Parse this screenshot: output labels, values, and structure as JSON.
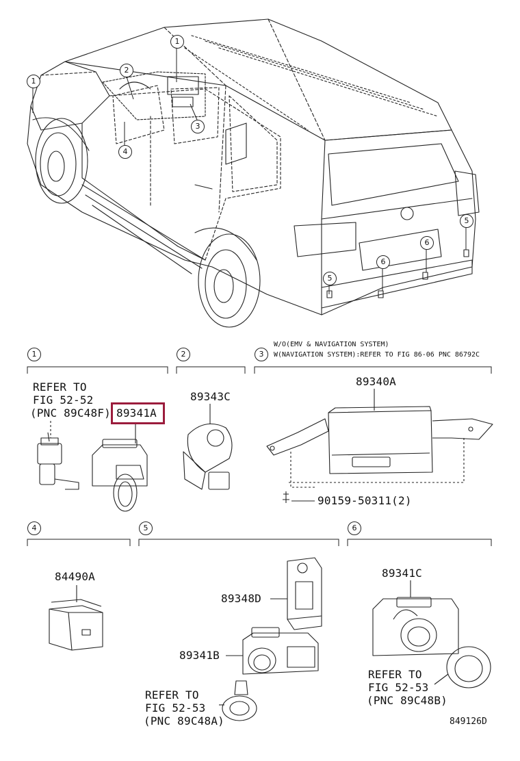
{
  "diagram": {
    "callouts": [
      "1",
      "2",
      "3",
      "4",
      "5",
      "6"
    ],
    "sections": [
      {
        "num": "1"
      },
      {
        "num": "2"
      },
      {
        "num": "3",
        "note_lines": [
          "W/O(EMV & NAVIGATION SYSTEM)",
          "W(NAVIGATION SYSTEM):REFER TO FIG 86-06 PNC 86792C"
        ]
      },
      {
        "num": "4"
      },
      {
        "num": "5"
      },
      {
        "num": "6"
      }
    ],
    "refers": {
      "s1": [
        "REFER TO",
        "FIG 52-52",
        "(PNC 89C48F)"
      ],
      "s5": [
        "REFER TO",
        "FIG 52-53",
        "(PNC 89C48A)"
      ],
      "s6": [
        "REFER TO",
        "FIG 52-53",
        "(PNC 89C48B)"
      ]
    },
    "parts": {
      "p89341A": "89341A",
      "p89343C": "89343C",
      "p89340A": "89340A",
      "p90159": "90159-50311(2)",
      "p84490A": "84490A",
      "p89348D": "89348D",
      "p89341B": "89341B",
      "p89341C": "89341C"
    },
    "highlight_color": "#9b1c3c",
    "figure_id": "849126D"
  }
}
